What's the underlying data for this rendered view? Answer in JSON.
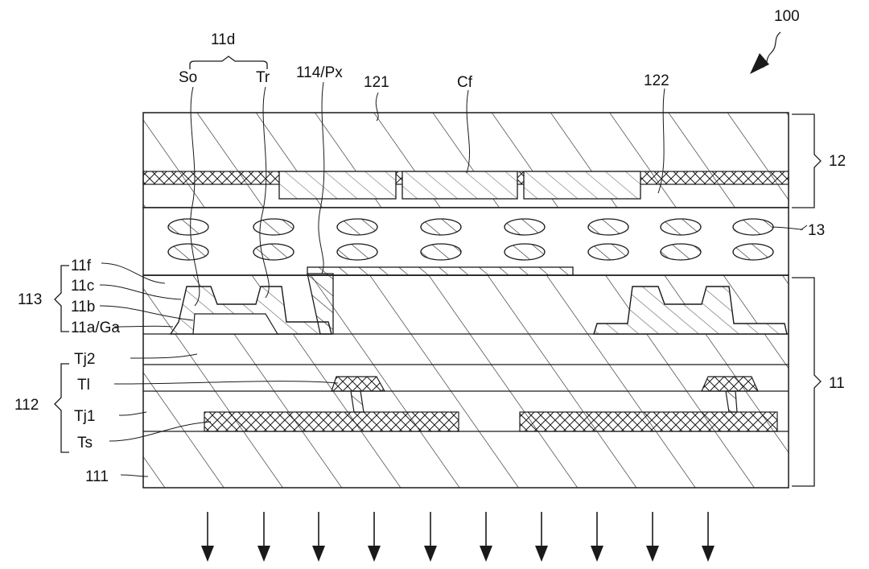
{
  "figure_number": "100",
  "labels": {
    "group_11d": "11d",
    "source": "So",
    "drain": "Tr",
    "pixel_electrode": "114/Px",
    "substrate_121": "121",
    "color_filter": "Cf",
    "black_matrix": "122",
    "upper_substrate": "12",
    "liquid_crystal": "13",
    "lower_substrate": "11",
    "layer_11f": "11f",
    "layer_11c": "11c",
    "layer_11b": "11b",
    "gate_layer": "11a/Ga",
    "group_113": "113",
    "insulator_tj2": "Tj2",
    "layer_tl": "Tl",
    "insulator_tj1": "Tj1",
    "sensor_ts": "Ts",
    "group_112": "112",
    "base_111": "111"
  },
  "colors": {
    "line": "#1a1a1a",
    "background": "#ffffff"
  }
}
